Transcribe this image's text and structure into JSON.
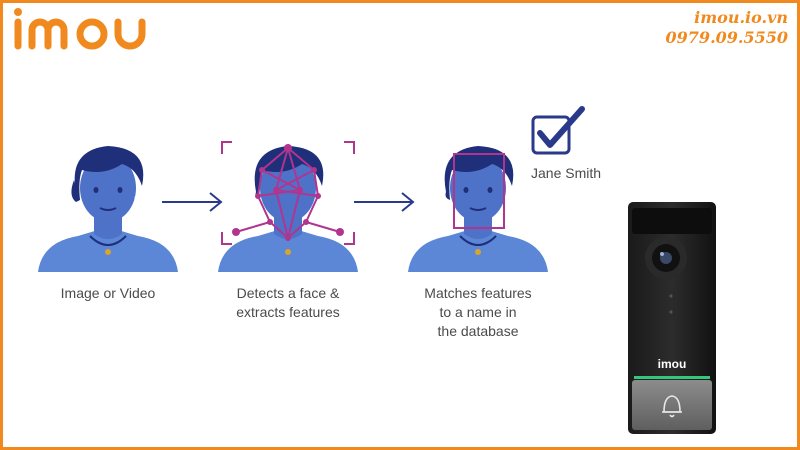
{
  "brand": {
    "logo_text": "imou",
    "accent": "#f08a1e",
    "website": "imou.io.vn",
    "phone": "0979.09.5550"
  },
  "steps": [
    {
      "caption": "Image or Video",
      "icon": "person-portrait-icon"
    },
    {
      "caption": "Detects a face &\nextracts features",
      "icon": "face-mesh-portrait-icon"
    },
    {
      "caption": "Matches features\nto a name in\nthe database",
      "icon": "face-box-portrait-icon"
    }
  ],
  "match": {
    "name": "Jane Smith",
    "icon": "checkmark-icon"
  },
  "device": {
    "label": "imou",
    "icon": "bell-icon"
  },
  "colors": {
    "skin": "#4f72c9",
    "hair": "#1f2f7a",
    "shirt": "#5c86d6",
    "mesh": "#b0358f",
    "arrow": "#2a3a8a"
  }
}
